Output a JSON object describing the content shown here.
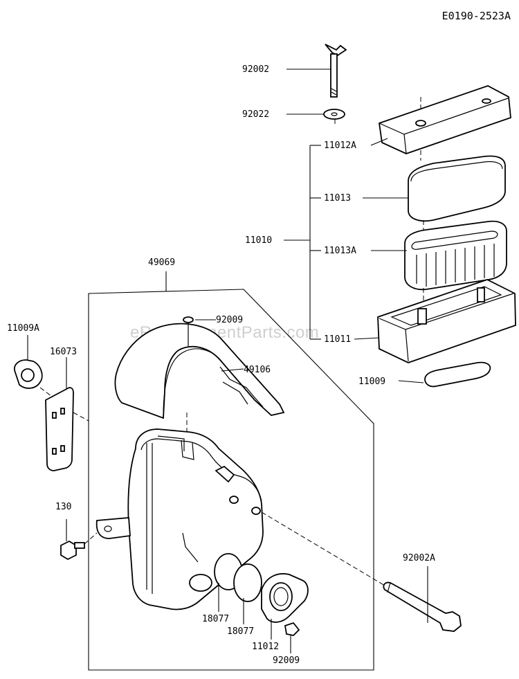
{
  "diagram_code": "E0190-2523A",
  "watermark": "eReplacementParts.com",
  "parts": {
    "p92002": "92002",
    "p92022": "92022",
    "p11012A": "11012A",
    "p11013": "11013",
    "p11010": "11010",
    "p11013A": "11013A",
    "p11011": "11011",
    "p11009": "11009",
    "p49069": "49069",
    "p92009_top": "92009",
    "p49106": "49106",
    "p11009A": "11009A",
    "p16073": "16073",
    "p130": "130",
    "p92002A": "92002A",
    "p18077_a": "18077",
    "p18077_b": "18077",
    "p11012": "11012",
    "p92009_bottom": "92009"
  }
}
